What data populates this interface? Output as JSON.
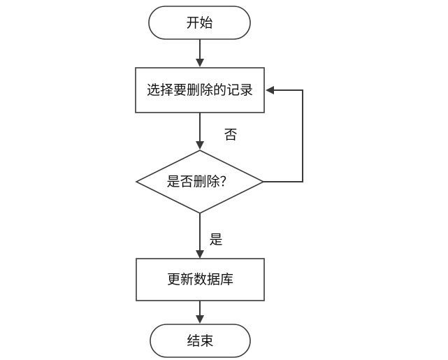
{
  "nodes": {
    "start": "开始",
    "select_record": "选择要删除的记录",
    "confirm_delete": "是否删除？",
    "update_db": "更新数据库",
    "end": "结束"
  },
  "edges": {
    "no_label": "否",
    "yes_label": "是"
  }
}
